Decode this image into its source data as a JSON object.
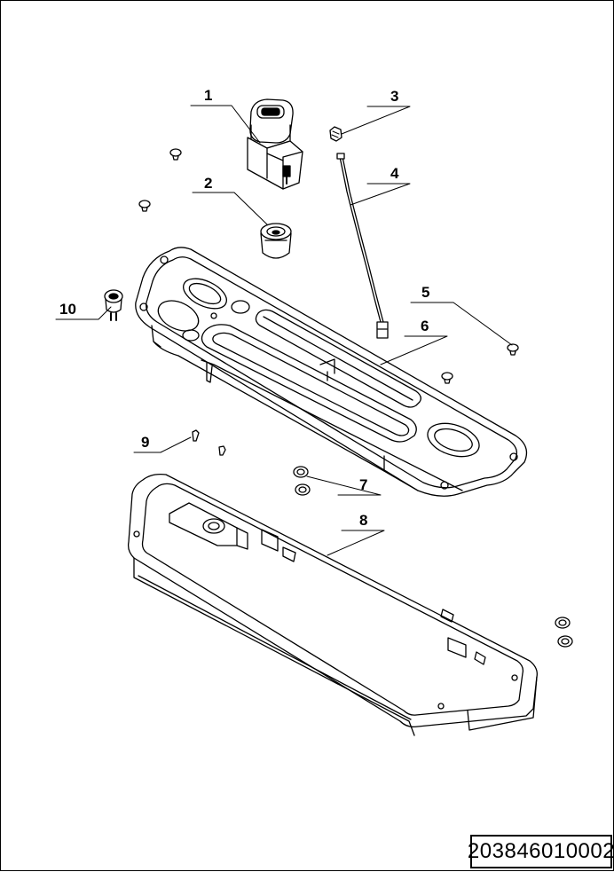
{
  "callouts": {
    "c1": "1",
    "c2": "2",
    "c3": "3",
    "c4": "4",
    "c5": "5",
    "c6": "6",
    "c7": "7",
    "c8": "8",
    "c9": "9",
    "c10": "10"
  },
  "part_number": "203846010002"
}
